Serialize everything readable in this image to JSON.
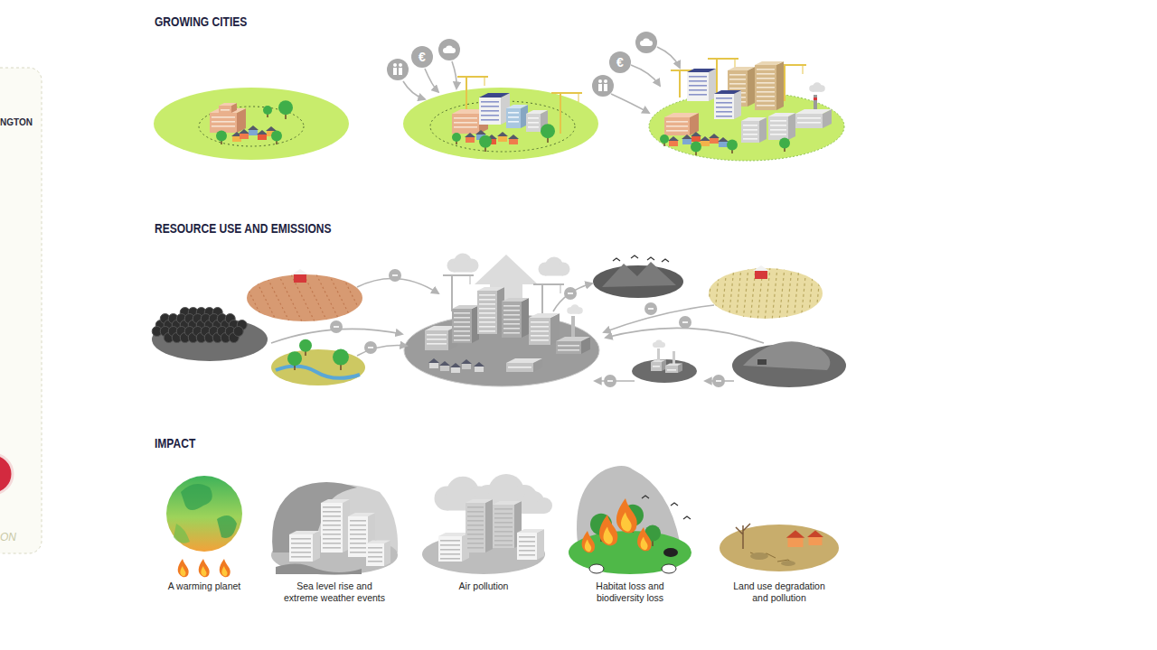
{
  "diagram": {
    "nodes": [
      {
        "text": [
          "A warming planet"
        ]
      },
      {
        "text": [
          "Sea level rise and extreme weather events"
        ]
      },
      {
        "text": [
          "Air pollution"
        ]
      },
      {
        "text": [
          "Habitat loss and biodiversity loss"
        ]
      },
      {
        "text": [
          "Land use degradation and pollution"
        ]
      }
    ],
    "labels": [
      "GROWING CITIES",
      "€",
      "€",
      "NGTON",
      "RESOURCE USE AND EMISSIONS",
      "IMPACT",
      "ON"
    ]
  }
}
